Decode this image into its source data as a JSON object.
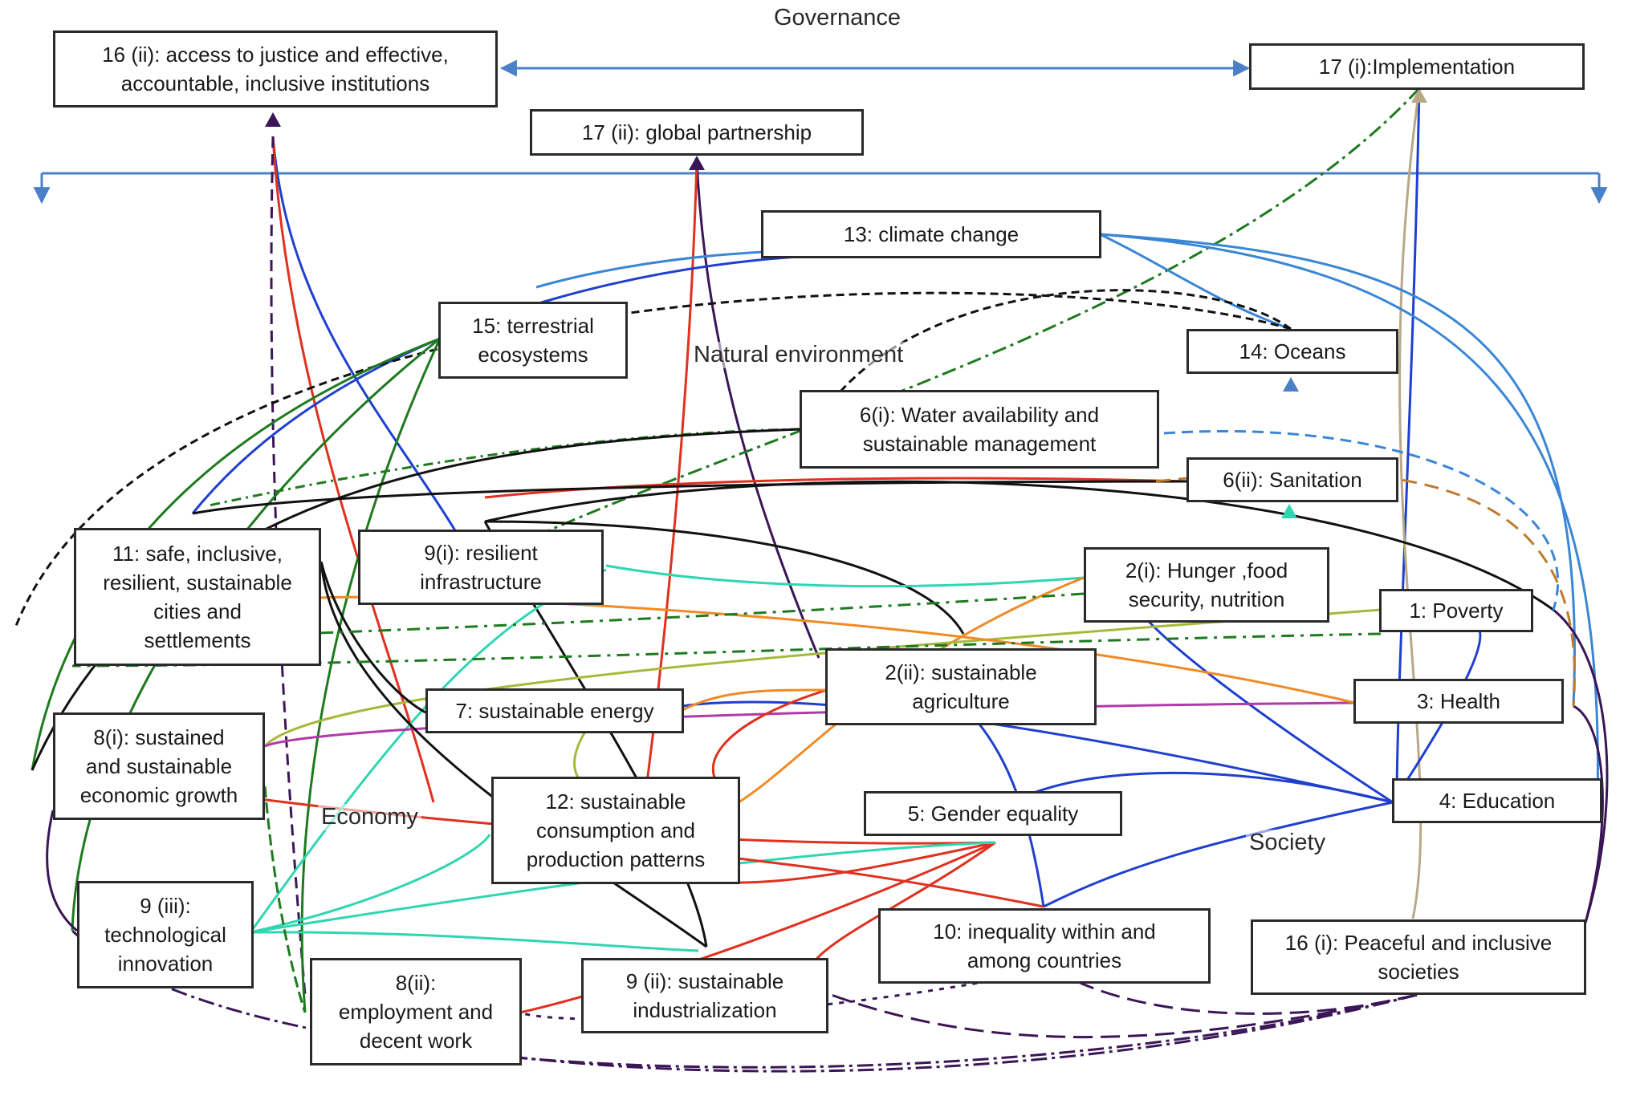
{
  "diagram": {
    "regions": {
      "governance": "Governance",
      "natural_environment": "Natural environment",
      "economy": "Economy",
      "society": "Society"
    },
    "nodes": {
      "n16ii": "16 (ii): access to justice and effective,\naccountable, inclusive institutions",
      "n17i": "17 (i):Implementation",
      "n17ii": "17 (ii): global partnership",
      "n13": "13: climate change",
      "n15": "15: terrestrial\necosystems",
      "n14": "14: Oceans",
      "n6i": "6(i): Water availability and\nsustainable management",
      "n6ii": "6(ii): Sanitation",
      "n11": "11: safe, inclusive,\nresilient, sustainable\ncities and\nsettlements",
      "n9i": "9(i): resilient\ninfrastructure",
      "n2i": "2(i): Hunger ,food\nsecurity, nutrition",
      "n1": "1: Poverty",
      "n2ii": "2(ii): sustainable\nagriculture",
      "n7": "7: sustainable energy",
      "n3": "3: Health",
      "n8i": "8(i): sustained\nand sustainable\neconomic growth",
      "n12": "12: sustainable\nconsumption and\nproduction patterns",
      "n5": "5: Gender equality",
      "n4": "4: Education",
      "n9iii": "9 (iii):\ntechnological\ninnovation",
      "n10": "10: inequality within and\namong countries",
      "n16i": "16 (i): Peaceful and inclusive\nsocieties",
      "n8ii": "8(ii):\nemployment and\ndecent work",
      "n9ii": "9 (ii): sustainable\nindustrialization"
    },
    "colors": {
      "blue": "#1f3fd0",
      "light_blue": "#3a86d6",
      "green": "#1e7a1e",
      "red": "#e0301e",
      "orange": "#f08a24",
      "purple": "#3b1657",
      "teal": "#2fd6b0",
      "olive": "#a8b83a",
      "black": "#111111",
      "tan": "#b8a888",
      "brown": "#c07a2a",
      "magenta": "#b03aa8",
      "arrow": "#4a80c8"
    }
  }
}
